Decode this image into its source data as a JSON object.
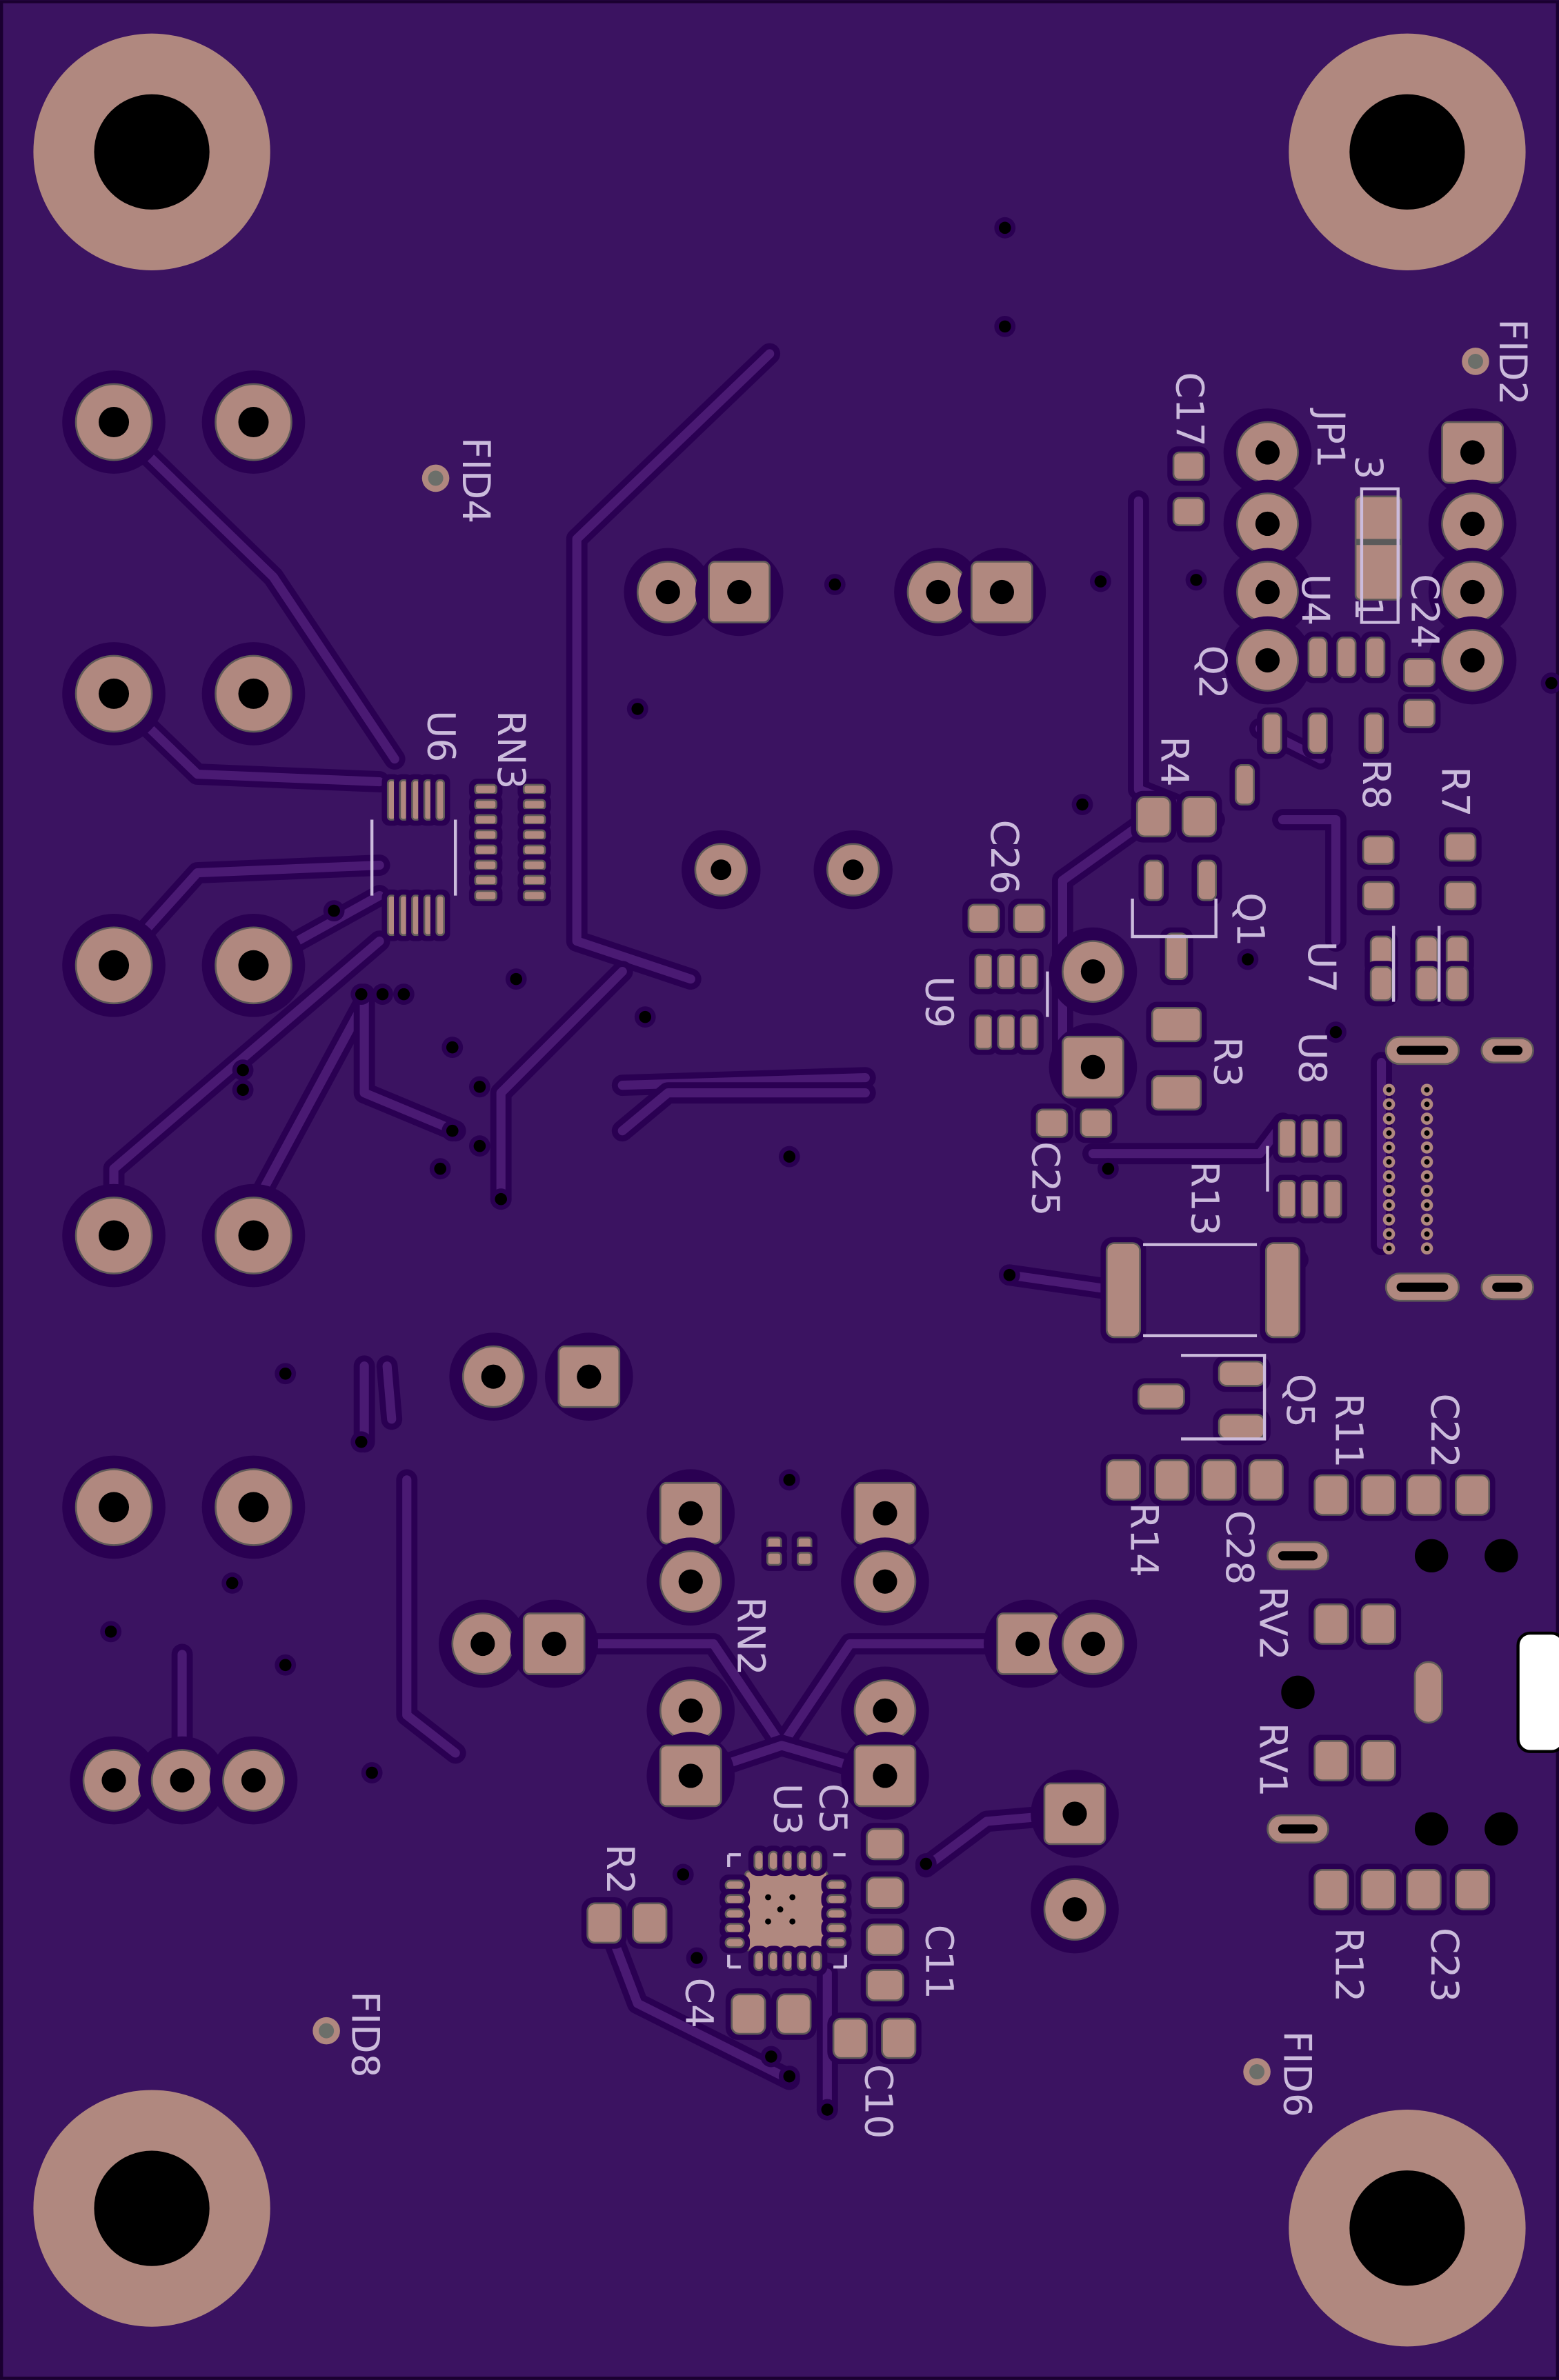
{
  "board": {
    "colors": {
      "substrate": "#3b1361",
      "clearance": "#2a0052",
      "pad": "#b0887f",
      "silkscreen": "#cbbbdc",
      "drill": "#000000"
    },
    "reference_designators": [
      "FID2",
      "FID4",
      "FID8",
      "FID6",
      "C17",
      "JP1",
      "3",
      "1",
      "U4",
      "C24",
      "Q2",
      "R4",
      "R8",
      "R7",
      "U6",
      "RN3",
      "C26",
      "Q1",
      "U7",
      "U9",
      "R3",
      "U8",
      "C25",
      "R13",
      "Q5",
      "R11",
      "C22",
      "R14",
      "C28",
      "RV2",
      "RN2",
      "RV1",
      "U3",
      "C5",
      "R2",
      "C11",
      "C4",
      "C10",
      "R12",
      "C23"
    ]
  }
}
